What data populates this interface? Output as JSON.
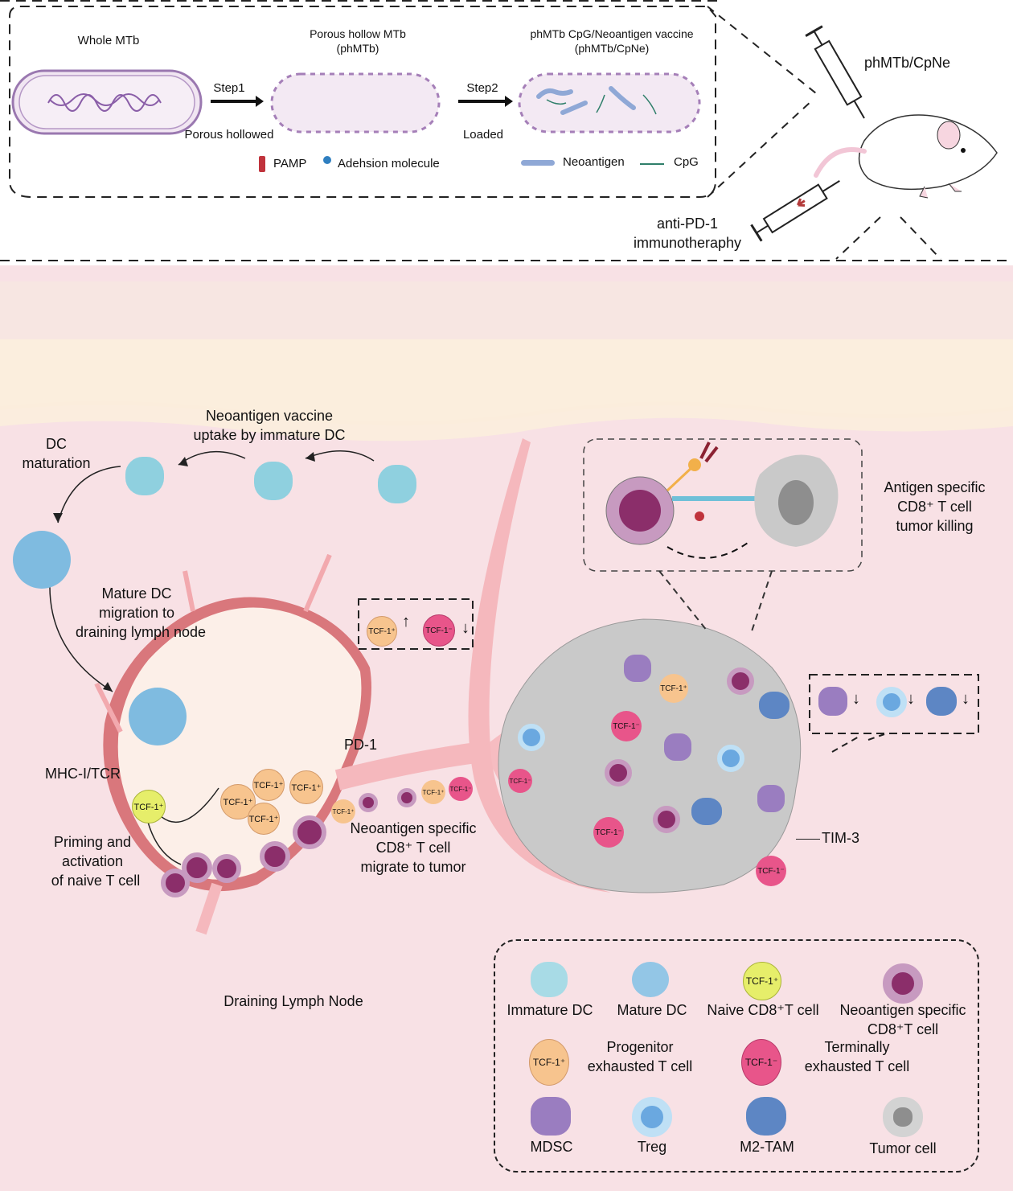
{
  "top_panel": {
    "stage1_title": "Whole MTb",
    "stage2_title_line1": "Porous hollow MTb",
    "stage2_title_line2": "(phMTb)",
    "stage3_title_line1": "phMTb CpG/Neoantigen vaccine",
    "stage3_title_line2": "(phMTb/CpNe)",
    "step1_label": "Step1",
    "step1_sub": "Porous hollowed",
    "step2_label": "Step2",
    "step2_sub": "Loaded",
    "legend_pamp": "PAMP",
    "legend_adhesion": "Adehsion molecule",
    "legend_neoantigen": "Neoantigen",
    "legend_cpg": "CpG"
  },
  "mouse_panel": {
    "vaccine_label": "phMTb/CpNe",
    "antipd1_line1": "anti-PD-1",
    "antipd1_line2": "immunotheraphy"
  },
  "main_panel": {
    "uptake_line1": "Neoantigen vaccine",
    "uptake_line2": "uptake by immature DC",
    "dc_maturation_line1": "DC",
    "dc_maturation_line2": "maturation",
    "migration_line1": "Mature DC",
    "migration_line2": "migration to",
    "migration_line3": "draining lymph node",
    "mhc_label": "MHC-I/TCR",
    "pd1_label": "PD-1",
    "priming_line1": "Priming and",
    "priming_line2": "activation",
    "priming_line3": "of naive T cell",
    "neo_migrate_line1": "Neoantigen specific",
    "neo_migrate_line2": "CD8⁺ T cell",
    "neo_migrate_line3": "migrate to tumor",
    "lymph_node_label": "Draining Lymph Node",
    "killing_line1": "Antigen specific",
    "killing_line2": "CD8⁺ T cell",
    "killing_line3": "tumor killing",
    "tim3_label": "TIM-3",
    "tcf_pos": "TCF-1⁺",
    "tcf_neg": "TCF-1⁻"
  },
  "legend": {
    "items": [
      {
        "label": "Immature DC",
        "icon": "immature-dc-icon"
      },
      {
        "label": "Mature DC",
        "icon": "mature-dc-icon"
      },
      {
        "label": "Naive CD8⁺T cell",
        "icon": "naive-t-cell-icon",
        "tag": "TCF-1⁺"
      },
      {
        "label": "Neoantigen specific",
        "label2": "CD8⁺T cell",
        "icon": "neoantigen-t-cell-icon"
      },
      {
        "label": "Progenitor",
        "label2": "exhausted T cell",
        "icon": "progenitor-exhausted-icon",
        "tag": "TCF-1⁺"
      },
      {
        "label": "Terminally",
        "label2": "exhausted T cell",
        "icon": "terminally-exhausted-icon",
        "tag": "TCF-1⁻"
      },
      {
        "label": "MDSC",
        "icon": "mdsc-icon"
      },
      {
        "label": "Treg",
        "icon": "treg-icon"
      },
      {
        "label": "M2-TAM",
        "icon": "m2-tam-icon"
      },
      {
        "label": "Tumor cell",
        "icon": "tumor-cell-icon"
      }
    ]
  },
  "colors": {
    "tissue_bg": "#f8e1e5",
    "skin": "#fbeedd",
    "vessel": "#f5b8bd",
    "lymph_wall": "#d9777c",
    "dc": "#8fd0df",
    "mature_dc": "#7fbbe0",
    "naive_t": "#e6ee6a",
    "progenitor": "#f7c48e",
    "terminal": "#e8558a",
    "neo_t_outer": "#c79ac0",
    "neo_t_inner": "#8b2e6a",
    "mdsc": "#9a7dc0",
    "treg": "#9bd0f0",
    "m2tam": "#5d86c4",
    "tumor": "#c8c8c8",
    "pamp": "#c0333c",
    "adhesion": "#2f7fc0"
  }
}
